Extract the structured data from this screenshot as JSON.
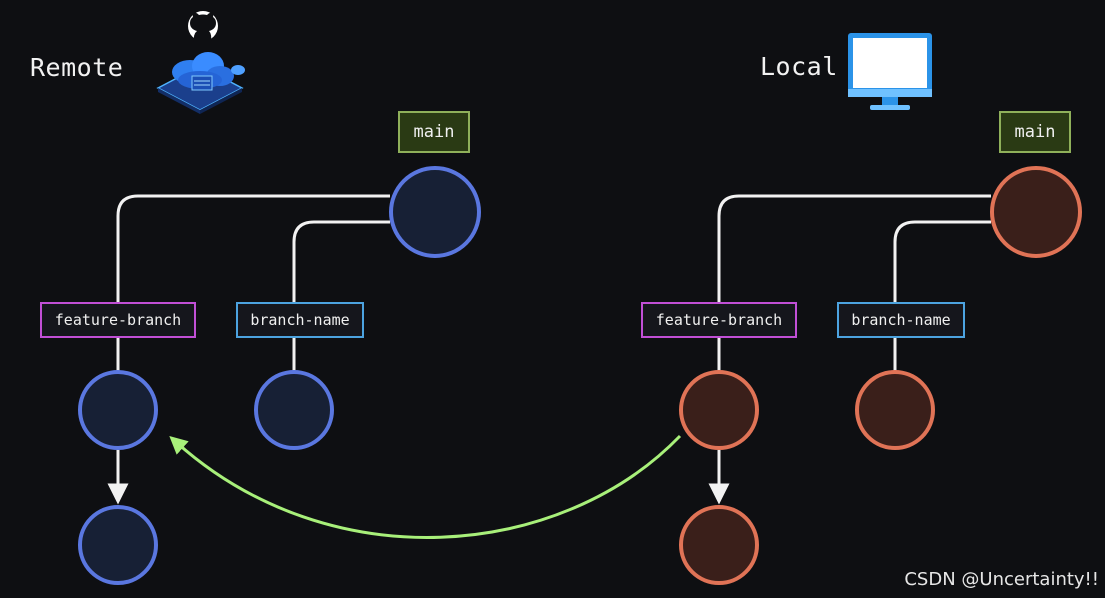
{
  "remote": {
    "title": "Remote",
    "labels": {
      "main": "main",
      "feature": "feature-branch",
      "branch": "branch-name"
    }
  },
  "local": {
    "title": "Local",
    "labels": {
      "main": "main",
      "feature": "feature-branch",
      "branch": "branch-name"
    }
  },
  "colors": {
    "remote_node_fill": "#172035",
    "remote_node_stroke": "#5a77e0",
    "local_node_fill": "#3a1f1a",
    "local_node_stroke": "#e07356",
    "line": "#f2f2f2",
    "push_arrow": "#a8f07a"
  },
  "watermark": "CSDN @Uncertainty!!"
}
